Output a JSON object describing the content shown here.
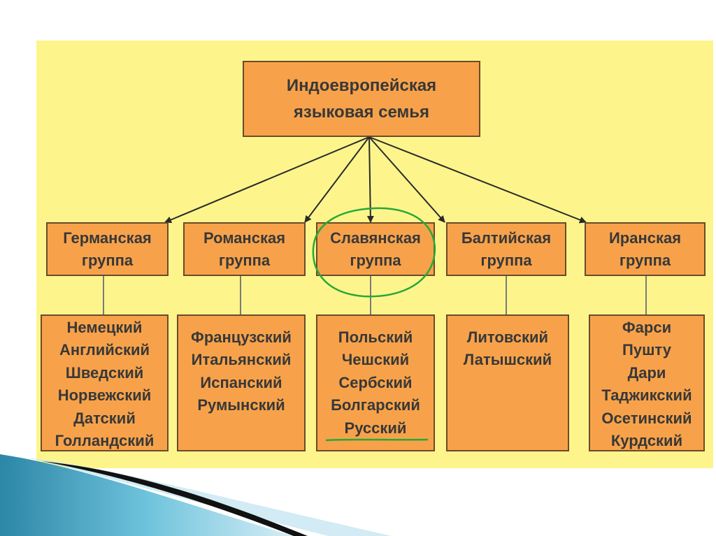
{
  "root": {
    "line1": "Индоевропейская",
    "line2": "языковая семья"
  },
  "groups": [
    {
      "line1": "Германская",
      "line2": "группа",
      "languages": [
        "Немецкий",
        "Английский",
        "Шведский",
        "Норвежский",
        "Датский",
        "Голландский"
      ]
    },
    {
      "line1": "Романская",
      "line2": "группа",
      "languages": [
        "Французский",
        "Итальянский",
        "Испанский",
        "Румынский"
      ]
    },
    {
      "line1": "Славянская",
      "line2": "группа",
      "languages": [
        "Польский",
        "Чешский",
        "Сербский",
        "Болгарский",
        "Русский"
      ]
    },
    {
      "line1": "Балтийская",
      "line2": "группа",
      "languages": [
        "Литовский",
        "Латышский"
      ]
    },
    {
      "line1": "Иранская",
      "line2": "группа",
      "languages": [
        "Фарси",
        "Пушту",
        "Дари",
        "Таджикский",
        "Осетинский",
        "Курдский"
      ]
    }
  ],
  "colors": {
    "background_panel": "#fdf58c",
    "box_fill": "#f7a24a",
    "box_border": "#6b4a2a",
    "highlight_marker": "#27a838"
  }
}
